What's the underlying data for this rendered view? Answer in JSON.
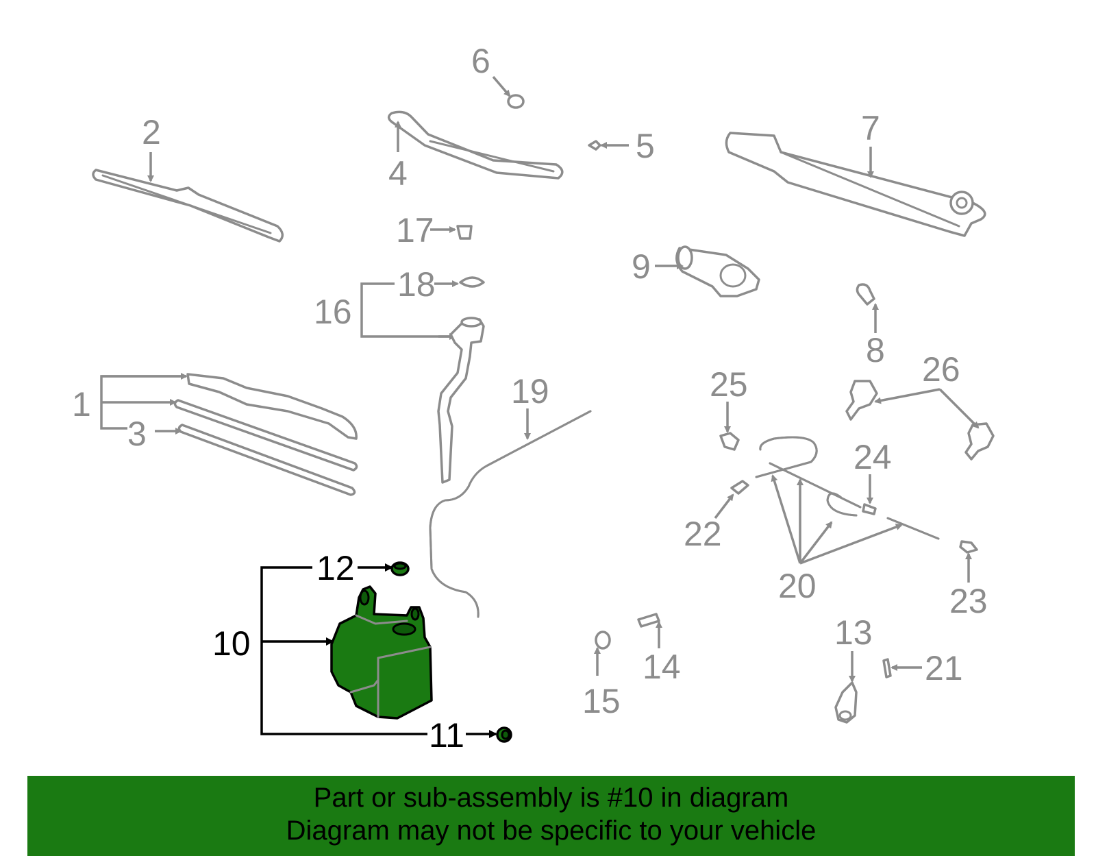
{
  "callouts": {
    "c1": "1",
    "c2": "2",
    "c3": "3",
    "c4": "4",
    "c5": "5",
    "c6": "6",
    "c7": "7",
    "c8": "8",
    "c9": "9",
    "c10": "10",
    "c11": "11",
    "c12": "12",
    "c13": "13",
    "c14": "14",
    "c15": "15",
    "c16": "16",
    "c17": "17",
    "c18": "18",
    "c19": "19",
    "c20": "20",
    "c21": "21",
    "c22": "22",
    "c23": "23",
    "c24": "24",
    "c25": "25",
    "c26": "26"
  },
  "banner": {
    "line1": "Part or sub-assembly is #10 in diagram",
    "line2": "Diagram may not be specific to your vehicle"
  },
  "colors": {
    "highlight": "#1a7a12",
    "line_gray": "#8c8c8c",
    "label_black": "#000000"
  }
}
